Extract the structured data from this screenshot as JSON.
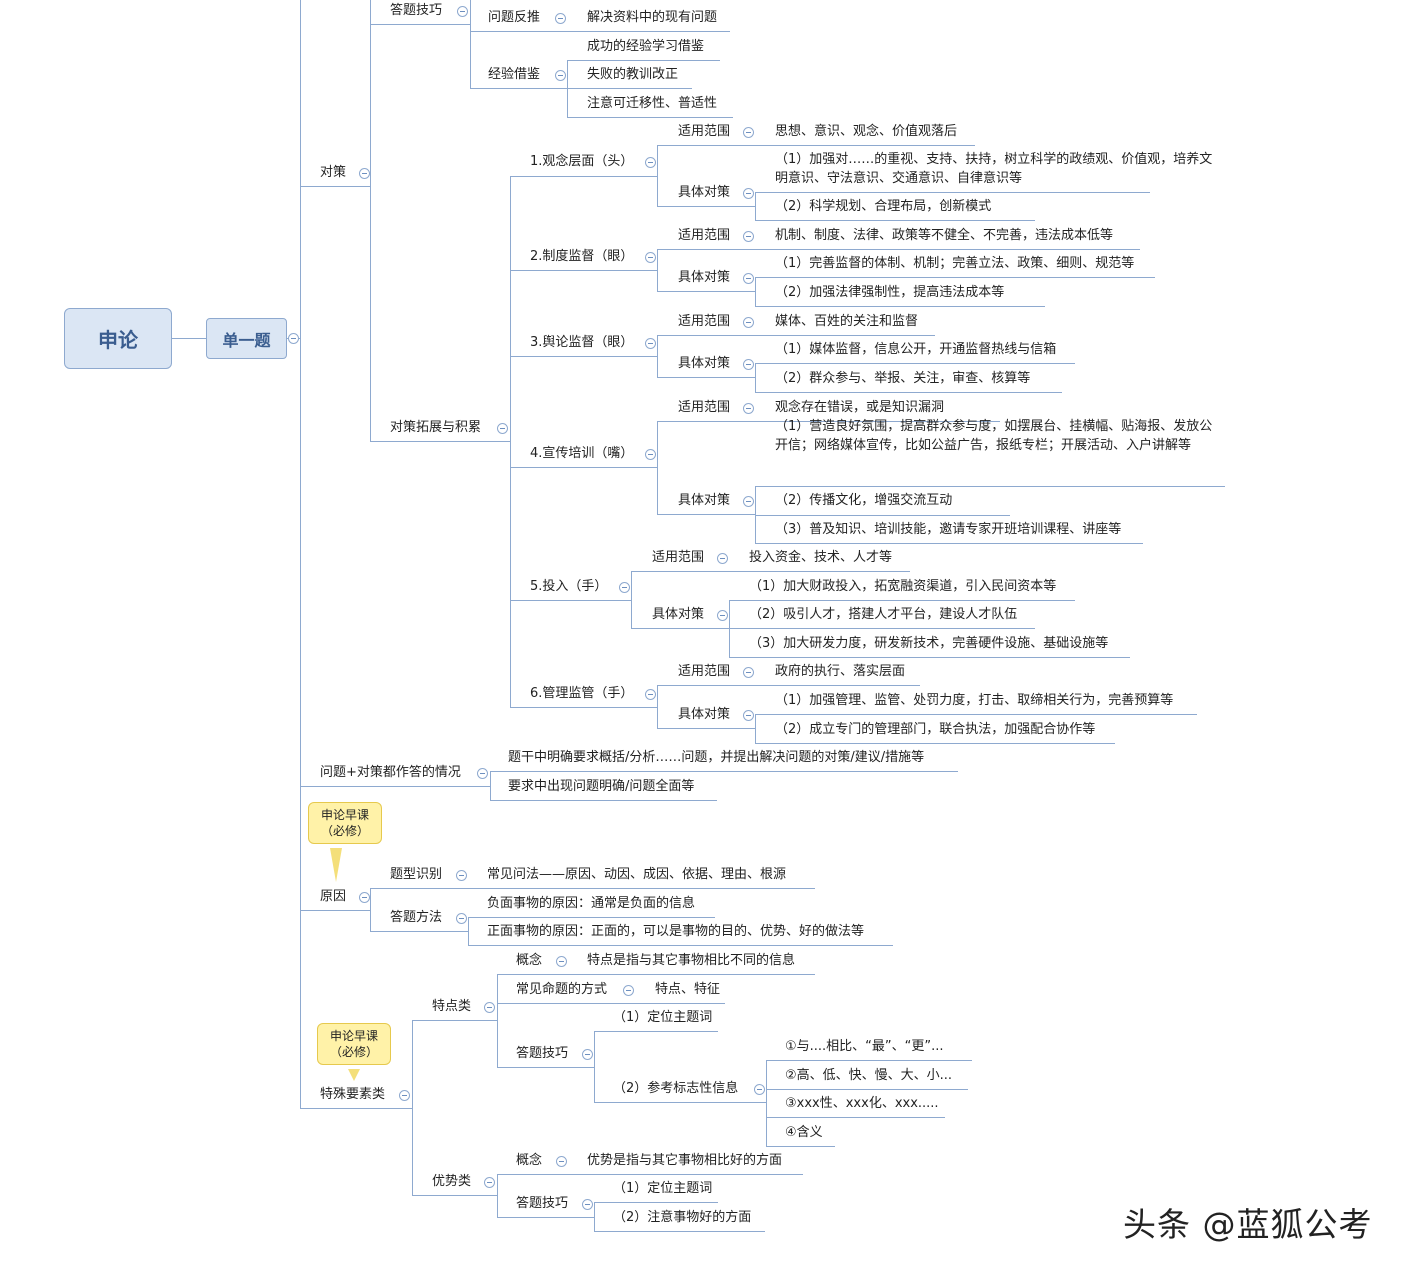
{
  "root": {
    "label": "申论"
  },
  "main": {
    "label": "单一题"
  },
  "duice": {
    "label": "对策",
    "dati": {
      "label": "答题技巧"
    },
    "fantui": {
      "label": "问题反推",
      "child": "解决资料中的现有问题"
    },
    "jiejian": {
      "label": "经验借鉴",
      "children": [
        "成功的经验学习借鉴",
        "失败的教训改正",
        "注意可迁移性、普适性"
      ]
    },
    "tuozhan": {
      "label": "对策拓展与积累"
    },
    "scope_label": "适用范围",
    "measure_label": "具体对策",
    "levels": [
      {
        "label": "1.观念层面（头）",
        "scope": "思想、意识、观念、价值观落后",
        "measures": [
          "（1）加强对……的重视、支持、扶持，树立科学的政绩观、价值观，培养文明意识、守法意识、交通意识、自律意识等",
          "（2）科学规划、合理布局，创新模式"
        ]
      },
      {
        "label": "2.制度监督（眼）",
        "scope": "机制、制度、法律、政策等不健全、不完善，违法成本低等",
        "measures": [
          "（1）完善监督的体制、机制；完善立法、政策、细则、规范等",
          "（2）加强法律强制性，提高违法成本等"
        ]
      },
      {
        "label": "3.舆论监督（眼）",
        "scope": "媒体、百姓的关注和监督",
        "measures": [
          "（1）媒体监督，信息公开，开通监督热线与信箱",
          "（2）群众参与、举报、关注，审查、核算等"
        ]
      },
      {
        "label": "4.宣传培训（嘴）",
        "scope": "观念存在错误，或是知识漏洞",
        "measures": [
          "（1）营造良好氛围，提高群众参与度，如摆展台、挂横幅、贴海报、发放公开信；网络媒体宣传，比如公益广告，报纸专栏；开展活动、入户讲解等",
          "（2）传播文化，增强交流互动",
          "（3）普及知识、培训技能，邀请专家开班培训课程、讲座等"
        ]
      },
      {
        "label": "5.投入（手）",
        "scope": "投入资金、技术、人才等",
        "measures": [
          "（1）加大财政投入，拓宽融资渠道，引入民间资本等",
          "（2）吸引人才，搭建人才平台，建设人才队伍",
          "（3）加大研发力度，研发新技术，完善硬件设施、基础设施等"
        ]
      },
      {
        "label": "6.管理监管（手）",
        "scope": "政府的执行、落实层面",
        "measures": [
          "（1）加强管理、监管、处罚力度，打击、取缔相关行为，完善预算等",
          "（2）成立专门的管理部门，联合执法，加强配合协作等"
        ]
      }
    ]
  },
  "both": {
    "label": "问题+对策都作答的情况",
    "children": [
      "题干中明确要求概括/分析……问题，并提出解决问题的对策/建议/措施等",
      "要求中出现问题明确/问题全面等"
    ]
  },
  "callout": {
    "line1": "申论早课",
    "line2": "（必修）"
  },
  "yuanyin": {
    "label": "原因",
    "type": {
      "label": "题型识别",
      "child": "常见问法——原因、动因、成因、依据、理由、根源"
    },
    "method": {
      "label": "答题方法",
      "children": [
        "负面事物的原因：通常是负面的信息",
        "正面事物的原因：正面的，可以是事物的目的、优势、好的做法等"
      ]
    }
  },
  "special": {
    "label": "特殊要素类",
    "tedian": {
      "label": "特点类",
      "concept": {
        "label": "概念",
        "child": "特点是指与其它事物相比不同的信息"
      },
      "way": {
        "label": "常见命题的方式",
        "child": "特点、特征"
      },
      "skill": {
        "label": "答题技巧",
        "c1": "（1）定位主题词",
        "c2": "（2）参考标志性信息",
        "markers": [
          "①与....相比、“最”、“更”...",
          "②高、低、快、慢、大、小...",
          "③xxx性、xxx化、xxx.....",
          "④含义"
        ]
      }
    },
    "youshi": {
      "label": "优势类",
      "concept": {
        "label": "概念",
        "child": "优势是指与其它事物相比好的方面"
      },
      "skill": {
        "label": "答题技巧",
        "c1": "（1）定位主题词",
        "c2": "（2）注意事物好的方面"
      }
    }
  },
  "watermark": "头条 @蓝狐公考",
  "colors": {
    "line": "#8ea9cf",
    "root_fill": "#dbe6f4",
    "callout": "#fff2a8"
  }
}
